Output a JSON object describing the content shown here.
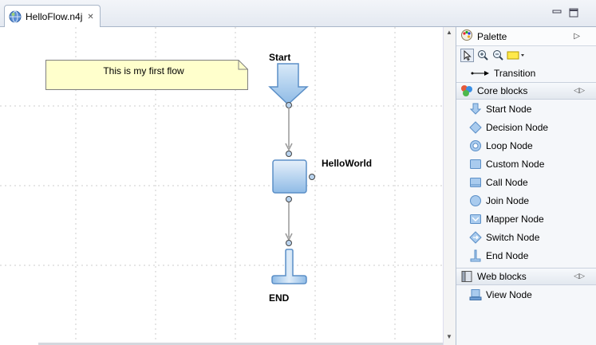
{
  "tab": {
    "title": "HelloFlow.n4j",
    "close_glyph": "✕"
  },
  "window_buttons": {
    "minimize": "▭",
    "maximize": "□"
  },
  "canvas": {
    "note_text": "This is my first flow",
    "start_label": "Start",
    "task_label": "HelloWorld",
    "end_label": "END"
  },
  "palette": {
    "title": "Palette",
    "collapse_glyph": "▷",
    "transition_label": "Transition",
    "core_drawer": {
      "label": "Core blocks",
      "items": [
        {
          "label": "Start Node",
          "icon": "start-node-icon"
        },
        {
          "label": "Decision Node",
          "icon": "decision-node-icon"
        },
        {
          "label": "Loop Node",
          "icon": "loop-node-icon"
        },
        {
          "label": "Custom Node",
          "icon": "custom-node-icon"
        },
        {
          "label": "Call Node",
          "icon": "call-node-icon"
        },
        {
          "label": "Join Node",
          "icon": "join-node-icon"
        },
        {
          "label": "Mapper Node",
          "icon": "mapper-node-icon"
        },
        {
          "label": "Switch Node",
          "icon": "switch-node-icon"
        },
        {
          "label": "End Node",
          "icon": "end-node-icon"
        }
      ]
    },
    "web_drawer": {
      "label": "Web blocks",
      "items": [
        {
          "label": "View Node",
          "icon": "view-node-icon"
        }
      ]
    }
  },
  "colors": {
    "node_blue": "#9ec5ea",
    "node_border": "#5b8fc7",
    "note_fill": "#ffffcc",
    "grid_dot": "#c8c8c8"
  }
}
